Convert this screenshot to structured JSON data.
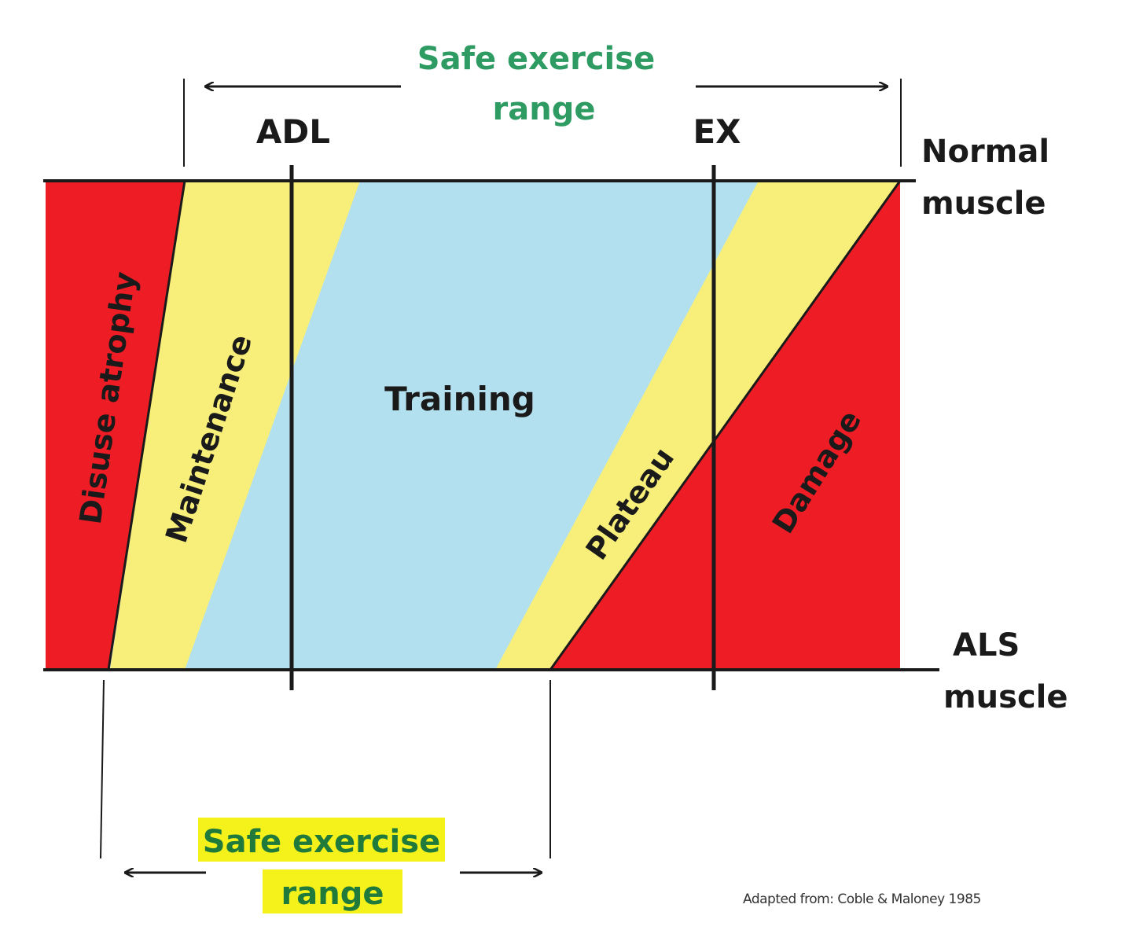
{
  "diagram": {
    "top_range_label_line1": "Safe exercise",
    "top_range_label_line2": "range",
    "bottom_range_label_line1": "Safe exercise",
    "bottom_range_label_line2": "range",
    "markers": {
      "adl": "ADL",
      "ex": "EX"
    },
    "axis_labels": {
      "normal_line1": "Normal",
      "normal_line2": "muscle",
      "als_line1": "ALS",
      "als_line2": "muscle"
    },
    "zones": [
      {
        "label": "Disuse atrophy",
        "color": "#ee1c25"
      },
      {
        "label": "Maintenance",
        "color": "#f7ef7a"
      },
      {
        "label": "Training",
        "color": "#b3e0ee"
      },
      {
        "label": "Plateau",
        "color": "#f7ef7a"
      },
      {
        "label": "Damage",
        "color": "#ee1c25"
      }
    ],
    "colors": {
      "top_range_text": "#2e9b62",
      "bottom_range_highlight": "#f4f21a"
    },
    "credit": "Adapted from: Coble & Maloney 1985"
  }
}
